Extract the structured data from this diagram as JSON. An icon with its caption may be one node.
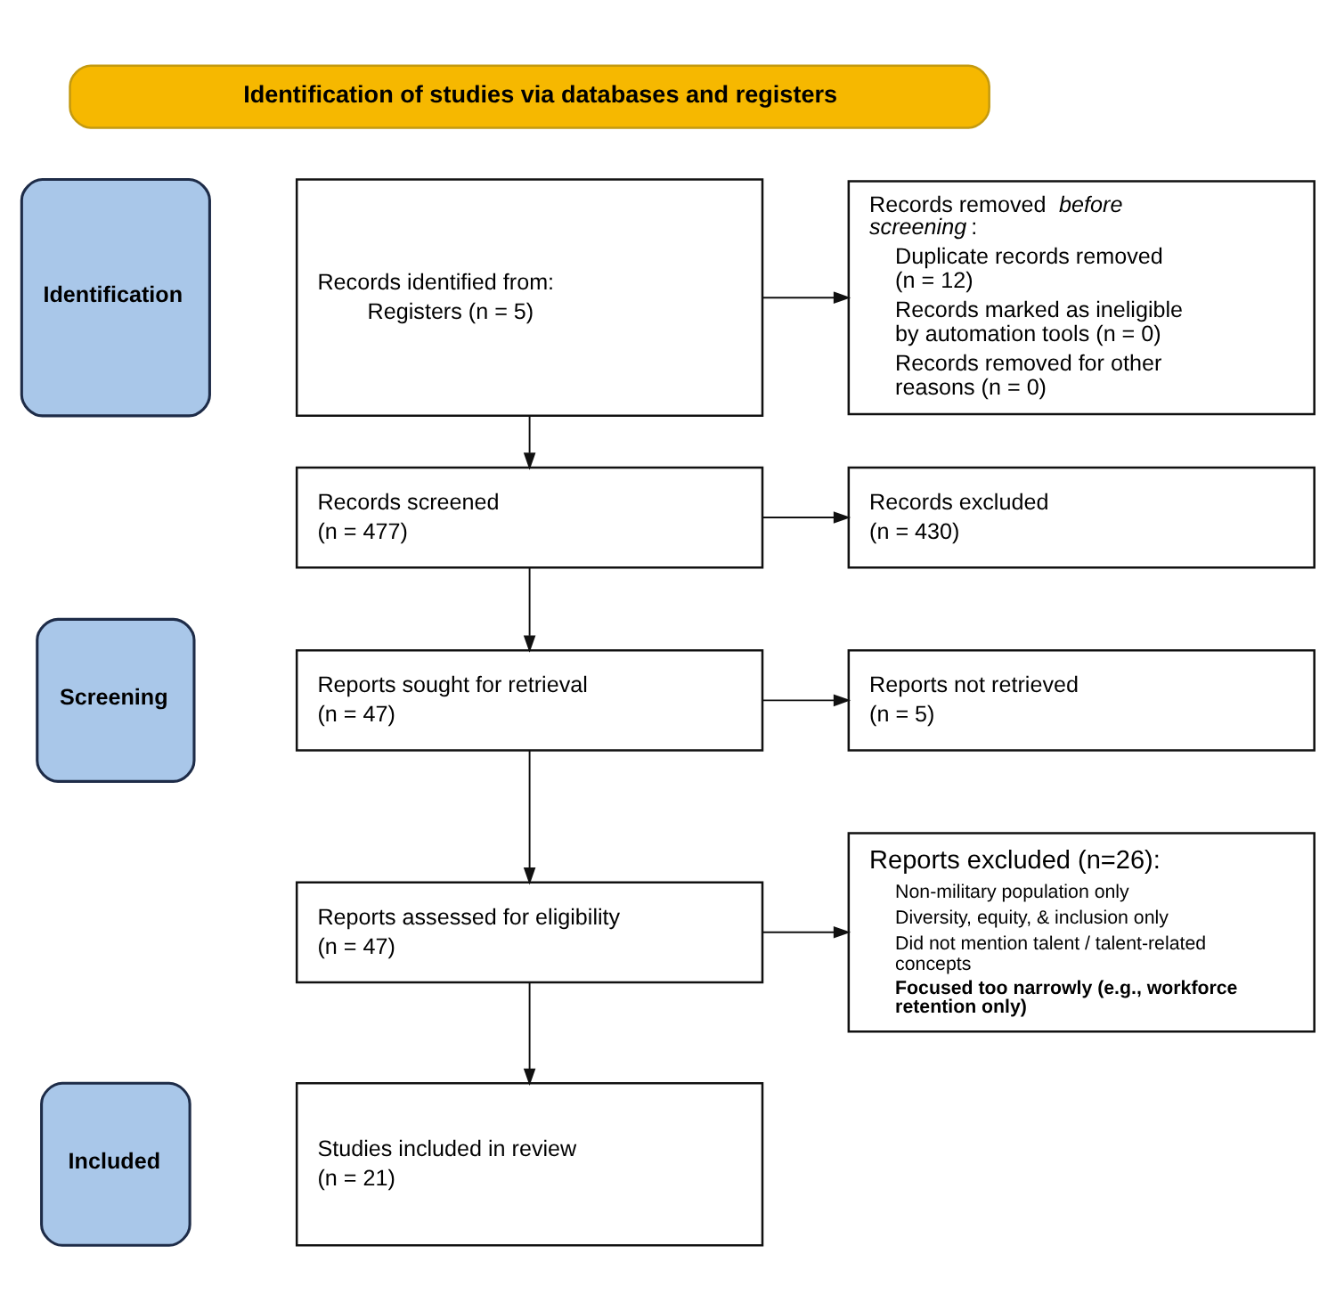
{
  "diagram": {
    "nodes": [
      {
        "text": [
          "Identification of studies via databases and registers"
        ]
      },
      {
        "text": [
          "Identification"
        ]
      },
      {
        "text": [
          "Screening"
        ]
      },
      {
        "text": [
          "Included"
        ]
      },
      {
        "text": [
          "Records identified from:",
          "Registers (n = 5)"
        ]
      },
      {
        "text": [
          "Records removed *before screening*:",
          "Duplicate records removed (n = 12)",
          "Records marked as ineligible by automation tools (n = 0)",
          "Records removed for other reasons (n = 0)"
        ]
      },
      {
        "text": [
          "Records screened",
          "(n = 477)"
        ]
      },
      {
        "text": [
          "Records excluded",
          "(n = 430)"
        ]
      },
      {
        "text": [
          "Reports sought for retrieval",
          "(n = 47)"
        ]
      },
      {
        "text": [
          "Reports not retrieved",
          "(n = 5)"
        ]
      },
      {
        "text": [
          "Reports assessed for eligibility",
          "(n = 47)"
        ]
      },
      {
        "text": [
          "Reports excluded (n=26):",
          "Non-military population only",
          "Diversity, equity, & inclusion only",
          "Did not mention talent / talent-related concepts",
          "Focused too narrowly (e.g., workforce retention only)"
        ]
      },
      {
        "text": [
          "Studies included in review",
          "(n = 21)"
        ]
      }
    ],
    "edges": [
      {
        "from": 4,
        "to": 5,
        "arrow": "to"
      },
      {
        "from": 4,
        "to": 6,
        "arrow": "to"
      },
      {
        "from": 6,
        "to": 7,
        "arrow": "to"
      },
      {
        "from": 6,
        "to": 8,
        "arrow": "to"
      },
      {
        "from": 8,
        "to": 9,
        "arrow": "to"
      },
      {
        "from": 8,
        "to": 10,
        "arrow": "to"
      },
      {
        "from": 10,
        "to": 11,
        "arrow": "to"
      },
      {
        "from": 10,
        "to": 12,
        "arrow": "to"
      }
    ]
  }
}
